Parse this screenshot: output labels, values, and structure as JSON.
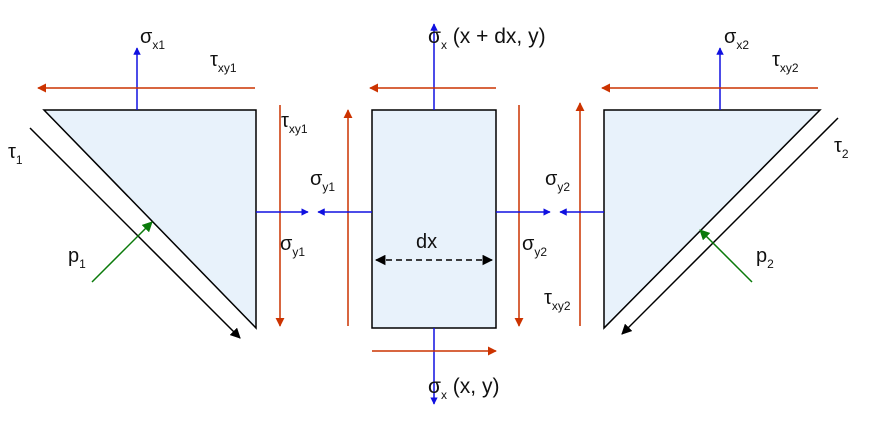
{
  "colors": {
    "element_fill": "#e8f2fb",
    "outline": "#000000",
    "normal_stress": "#1010e0",
    "shear_stress": "#cc3300",
    "pressure": "#0a7a0a",
    "traction": "#000000"
  },
  "left_wedge": {
    "sigma_x": {
      "symbol": "σ",
      "sub": "x1"
    },
    "tau_top": {
      "symbol": "τ",
      "sub": "xy1"
    },
    "tau_side": {
      "symbol": "τ",
      "sub": "xy1"
    },
    "sigma_y": {
      "symbol": "σ",
      "sub": "y1"
    },
    "traction": {
      "symbol": "τ",
      "sub": "1"
    },
    "pressure": {
      "symbol": "p",
      "sub": "1"
    }
  },
  "center_element": {
    "sigma_top": {
      "symbol": "σ",
      "sub": "x",
      "args": " (x + dx, y)"
    },
    "sigma_bottom": {
      "symbol": "σ",
      "sub": "x",
      "args": " (x, y)"
    },
    "sigma_left": {
      "symbol": "σ",
      "sub": "y1"
    },
    "sigma_right": {
      "symbol": "σ",
      "sub": "y2"
    },
    "width_label": "dx"
  },
  "right_wedge": {
    "sigma_x": {
      "symbol": "σ",
      "sub": "x2"
    },
    "tau_top": {
      "symbol": "τ",
      "sub": "xy2"
    },
    "tau_side": {
      "symbol": "τ",
      "sub": "xy2"
    },
    "sigma_y": {
      "symbol": "σ",
      "sub": "y2"
    },
    "traction": {
      "symbol": "τ",
      "sub": "2"
    },
    "pressure": {
      "symbol": "p",
      "sub": "2"
    }
  }
}
